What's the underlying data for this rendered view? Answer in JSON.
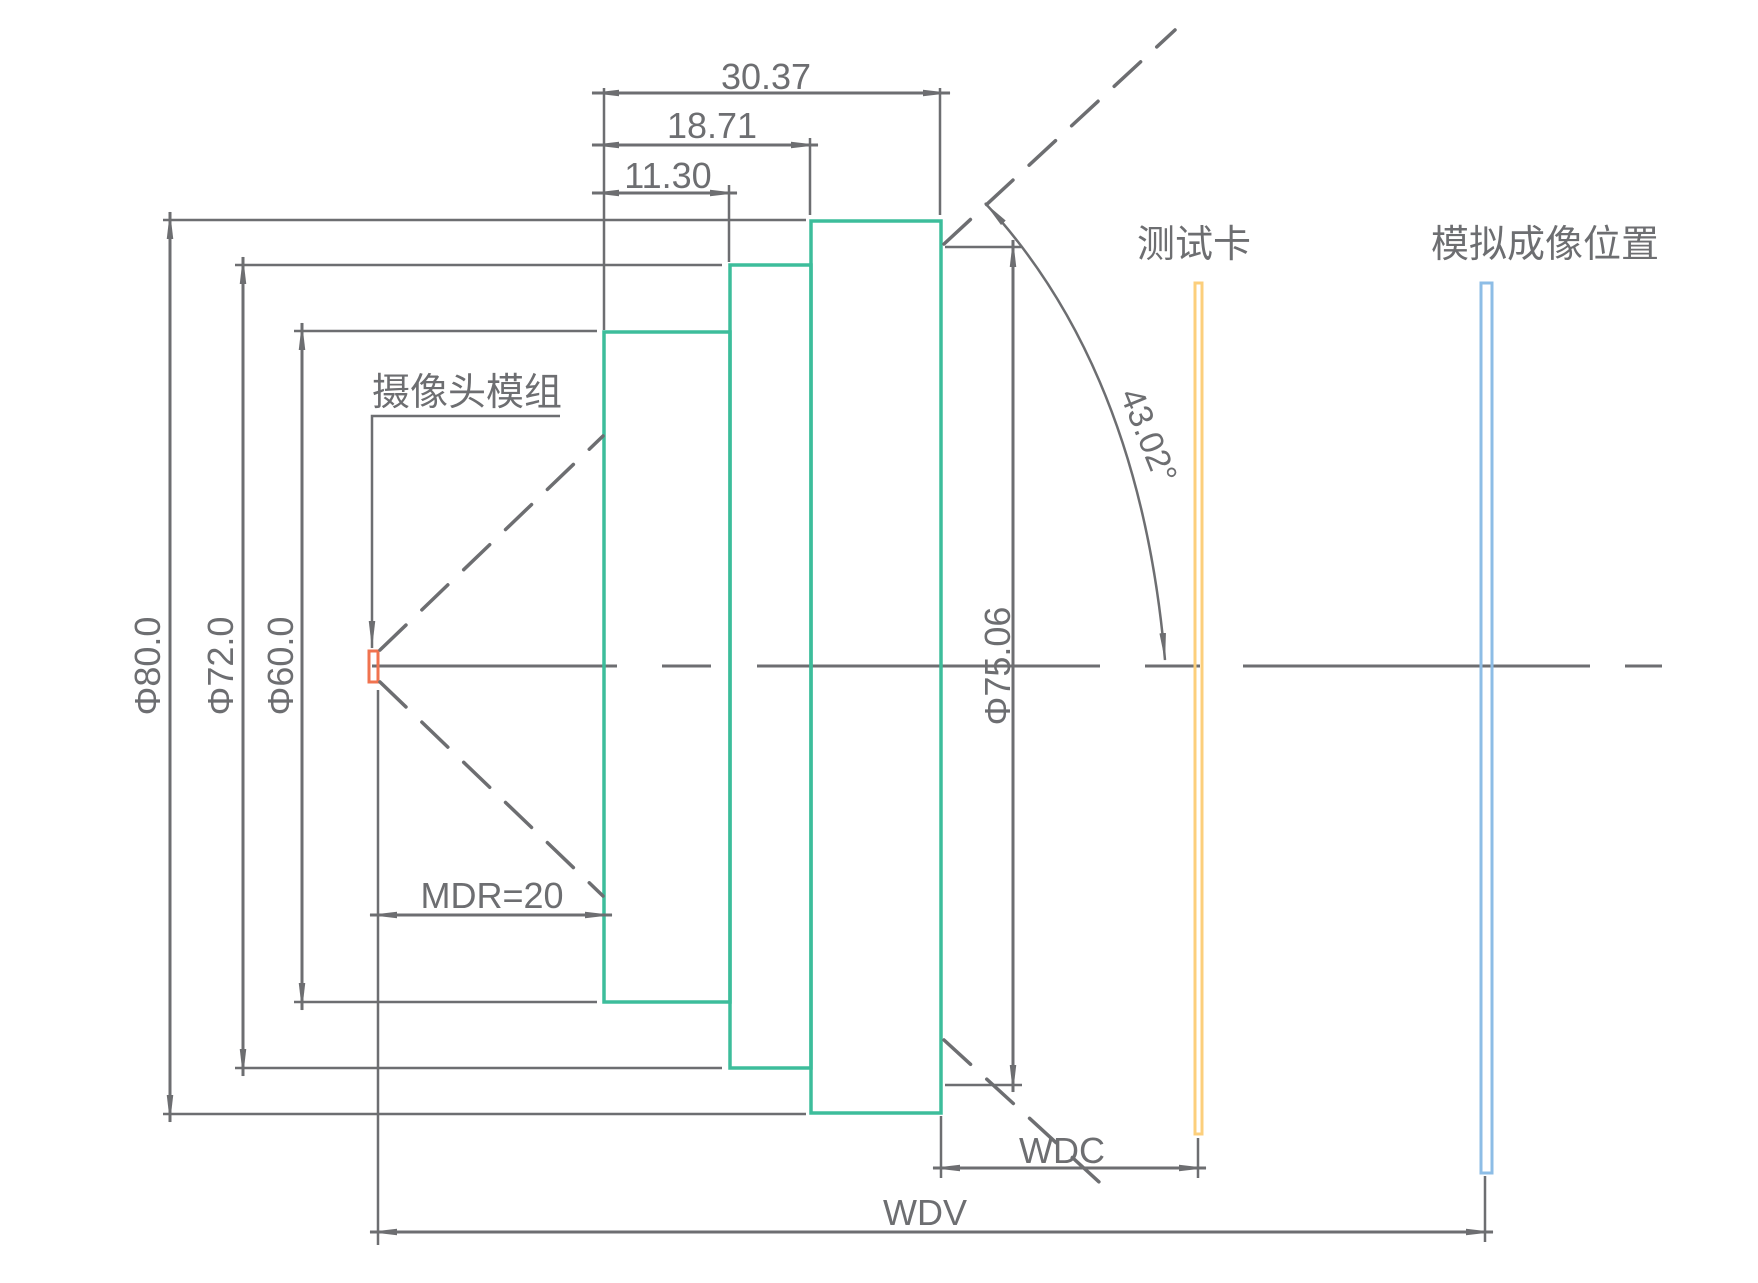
{
  "diagram": {
    "title": "Camera module test setup",
    "colors": {
      "line": "#6d6e71",
      "lens": "#3dbd9b",
      "sensor": "#f0734f",
      "test_card": "#fccf7c",
      "image_plane": "#8dbde6"
    },
    "labels": {
      "camera_module": "摄像头模组",
      "test_card": "测试卡",
      "simulated_image_position": "模拟成像位置",
      "mdr": "MDR=20",
      "wdc": "WDC",
      "wdv": "WDV",
      "angle": "43.02°"
    },
    "dimensions": {
      "length_total": "30.37",
      "length_mid": "18.71",
      "length_short": "11.30",
      "dia_outer": "Φ80.0",
      "dia_mid": "Φ72.0",
      "dia_inner": "Φ60.0",
      "dia_front": "Φ75.06"
    }
  }
}
